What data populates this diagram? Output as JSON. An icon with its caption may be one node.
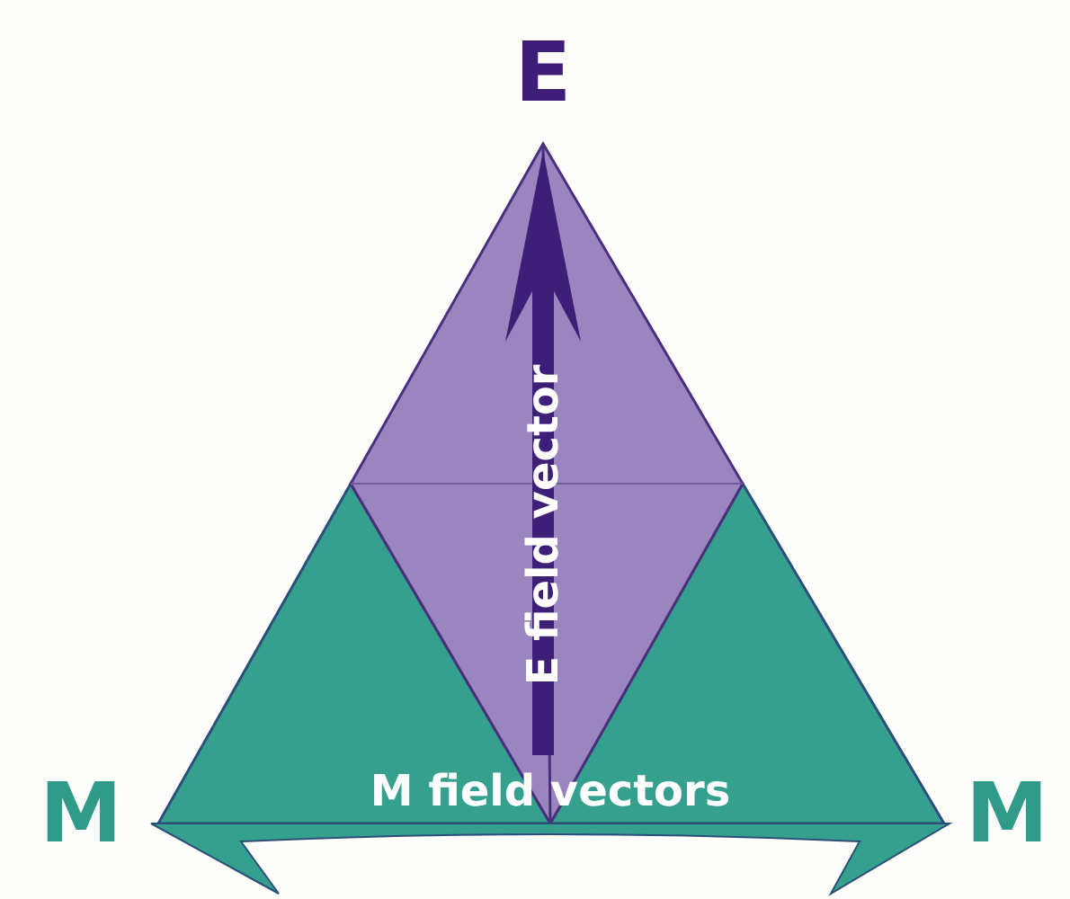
{
  "diagram": {
    "labels": [
      "E",
      "E field vector",
      "M",
      "M field vectors",
      "M"
    ]
  }
}
